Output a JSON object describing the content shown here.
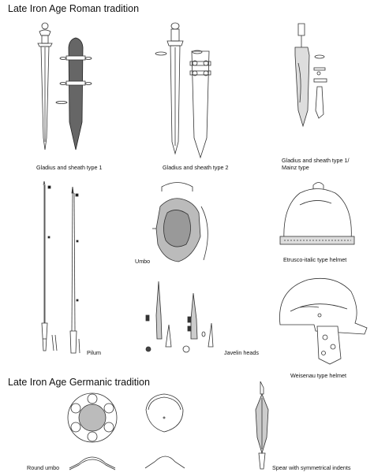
{
  "sections": {
    "roman": "Late Iron Age Roman tradition",
    "germanic": "Late Iron Age Germanic tradition"
  },
  "labels": {
    "gladius1": "Gladius and sheath type 1",
    "gladius2": "Gladius and sheath type 2",
    "gladius_mainz_l1": "Gladius and sheath type 1/",
    "gladius_mainz_l2": "Mainz type",
    "pilum": "Pilum",
    "umbo": "Umbo",
    "javelin": "Javelin heads",
    "etrusco": "Etrusco-italic type helmet",
    "weisenau": "Weisenau type helmet",
    "round_umbo": "Round umbo",
    "spear": "Spear with symmetrical indents"
  }
}
